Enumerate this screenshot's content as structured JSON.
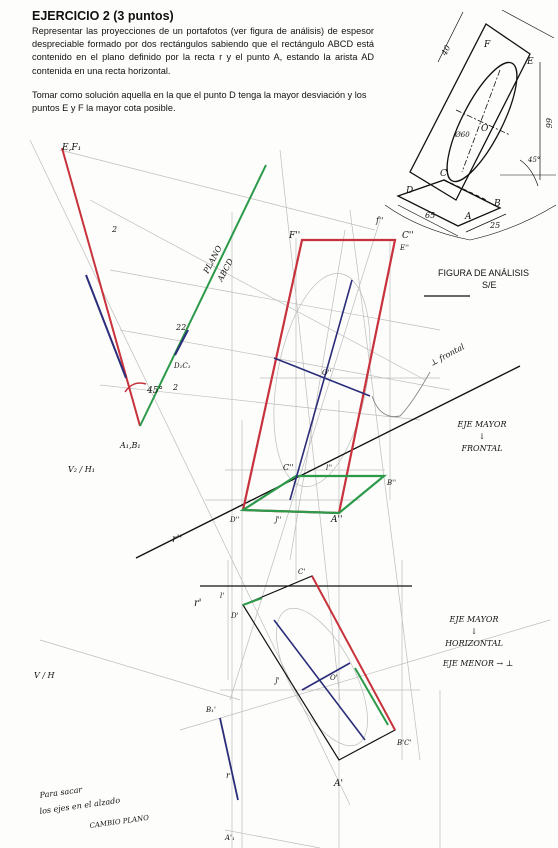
{
  "exercise": {
    "title": "EJERCICIO 2 (3 puntos)",
    "statement_1": "Representar las proyecciones de un portafotos (ver figura de análisis) de espesor despreciable formado por dos rectángulos sabiendo que el rectángulo ABCD está contenido en el plano definido por la recta r y el punto A, estando la arista AD contenida en una recta horizontal.",
    "statement_2": "Tomar como solución aquella en la que el punto D tenga la mayor desviación y los puntos E y F la mayor cota posible."
  },
  "analysis_figure": {
    "caption_1": "FIGURA DE ANÁLISIS",
    "caption_2": "S/E",
    "labels": {
      "F": "F",
      "E": "E",
      "C": "C",
      "O": "O",
      "D": "D",
      "A": "A",
      "B": "B",
      "dim_40": "40",
      "dim_66": "66",
      "dim_65": "65",
      "dim_25": "25",
      "dim_angle": "45°",
      "dim_diam": "Ø60"
    }
  },
  "solution_labels": {
    "ef_top": "E,F₁",
    "f2": "F''",
    "c2": "C''",
    "e2": "E''",
    "f2_small": "f''",
    "plane": "PLANO",
    "abcd": "ABCD",
    "angle": "45°",
    "a1b1": "A₁,B₁",
    "d1c1": "D₁C₁",
    "num_2": "2",
    "num_22": "22",
    "num_2b": "2",
    "o2": "O''",
    "c2b": "C''",
    "l2": "l''",
    "b2": "B''",
    "d2": "D''",
    "a2": "A''",
    "j2": "J''",
    "r2": "r''",
    "r1": "r'",
    "c1": "C'",
    "d1": "D'",
    "l1": "l'",
    "j1": "J'",
    "o1": "O'",
    "b1c1": "B'C'",
    "a1": "A'",
    "b1": "B₁'",
    "r": "r",
    "a1_bottom": "A'₁",
    "v2h2": "V₂ / H₁",
    "v1h1": "V / H",
    "frontal_note": "⊥ frontal",
    "eje_mayor_frontal_1": "EJE MAYOR",
    "eje_mayor_frontal_2": "↓",
    "eje_mayor_frontal_3": "FRONTAL",
    "eje_mayor_horiz_1": "EJE MAYOR",
    "eje_mayor_horiz_2": "↓",
    "eje_mayor_horiz_3": "HORIZONTAL",
    "eje_menor": "EJE MENOR → ⊥",
    "note_1": "Para sacar",
    "note_2": "los ejes en el alzado",
    "note_3": "CAMBIO PLANO"
  },
  "colors": {
    "red": "#c8323c",
    "green": "#2c9a4a",
    "navy": "#2b2d7a",
    "pencil": "#b8b8b8",
    "ink": "#111111"
  }
}
